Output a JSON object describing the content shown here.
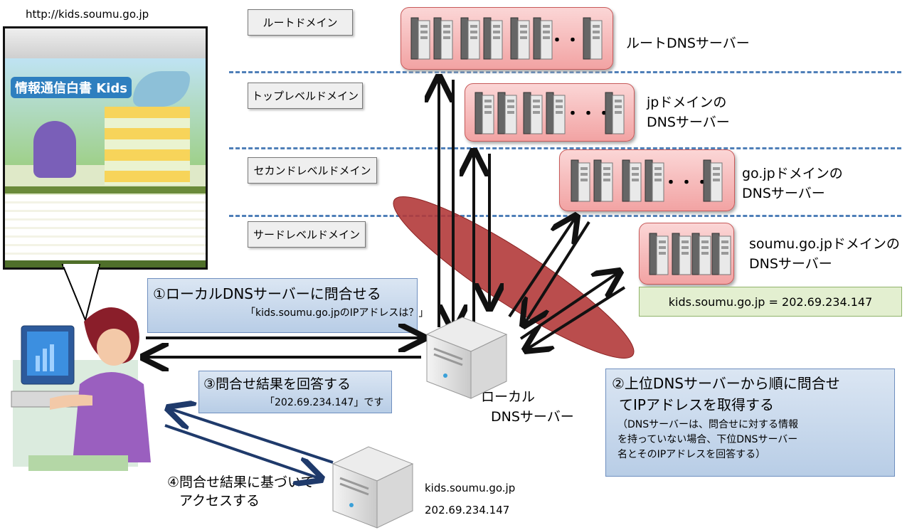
{
  "browser": {
    "url": "http://kids.soumu.go.jp",
    "site_title": "情報通信白書 Kids"
  },
  "domains": {
    "root": "ルートドメイン",
    "top": "トップレベルドメイン",
    "second": "セカンドレベルドメイン",
    "third": "サードレベルドメイン"
  },
  "servers": {
    "root_label": "ルートDNSサーバー",
    "jp_label_1": "jpドメインの",
    "jp_label_2": "DNSサーバー",
    "gojp_label_1": "go.jpドメインの",
    "gojp_label_2": "DNSサーバー",
    "soumu_label_1": "soumu.go.jpドメインの",
    "soumu_label_2": "DNSサーバー",
    "ellipsis": "・・・"
  },
  "result_box": "kids.soumu.go.jp = 202.69.234.147",
  "callouts": {
    "step1_title": "①ローカルDNSサーバーに問合せる",
    "step1_sub": "「kids.soumu.go.jpのIPアドレスは？」",
    "step2_title_1": "②上位DNSサーバーから順に問合せ",
    "step2_title_2": "てIPアドレスを取得する",
    "step2_note_1": "（DNSサーバーは、問合せに対する情報",
    "step2_note_2": "を持っていない場合、下位DNSサーバー",
    "step2_note_3": "名とそのIPアドレスを回答する）",
    "step3_title": "③問合せ結果を回答する",
    "step3_sub": "「202.69.234.147」です"
  },
  "local_server": {
    "label_1": "ローカル",
    "label_2": "DNSサーバー"
  },
  "step4": {
    "line1": "④問合せ結果に基づいて",
    "line2": "アクセスする"
  },
  "web_server": {
    "host": "kids.soumu.go.jp",
    "ip": "202.69.234.147"
  },
  "colors": {
    "dashed": "#4f7fb8",
    "server_box": "#f2a3a3",
    "ellipse": "#b23a3a",
    "callout": "#c6d7ec",
    "result": "#e3efd0"
  }
}
